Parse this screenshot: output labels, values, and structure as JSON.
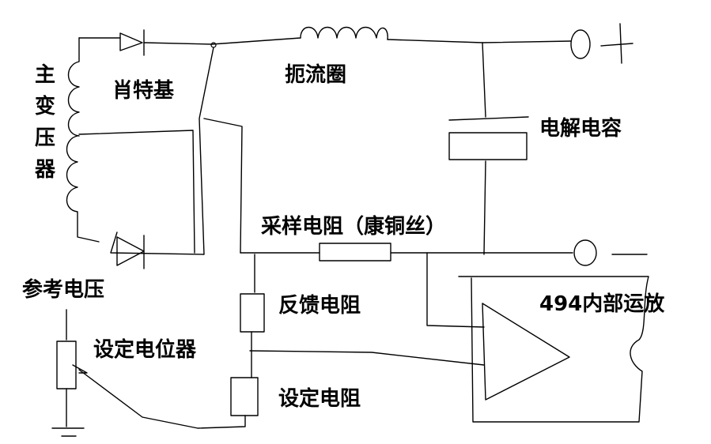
{
  "labels": {
    "main_transformer": [
      "主",
      "变",
      "压",
      "器"
    ],
    "schottky": "肖特基",
    "choke": "扼流圈",
    "electrolytic_cap": "电解电容",
    "sampling_resistor": "采样电阻（康铜丝）",
    "reference_voltage": "参考电压",
    "feedback_resistor": "反馈电阻",
    "opamp": "494内部运放",
    "set_potentiometer": "设定电位器",
    "set_resistor": "设定电阻"
  }
}
